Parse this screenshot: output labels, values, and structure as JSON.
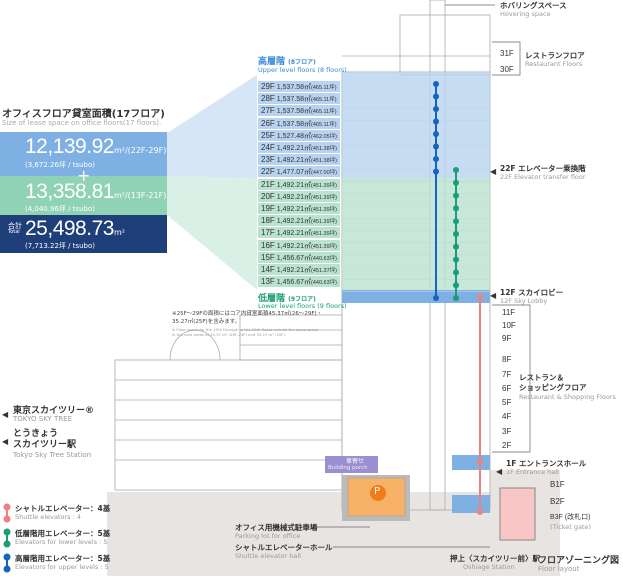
{
  "office_area": {
    "title": "オフィスフロア貸室面積(17フロア)",
    "subtitle": "Size of lease space on office floors(17 floors).",
    "upper_value": "12,139.92",
    "upper_unit": "m²",
    "upper_range": "/(22F-29F)",
    "upper_tsubo": "(3,672.26坪 / tsubo)",
    "plus": "+",
    "lower_value": "13,358.81",
    "lower_unit": "m²",
    "lower_range": "/(13F-21F)",
    "lower_tsubo": "(4,040.96坪 / tsubo)",
    "total_label_jp": "合計",
    "total_label_en": "Total",
    "total_value": "25,498.73",
    "total_unit": "m²",
    "total_tsubo": "(7,713.22坪 / tsubo)"
  },
  "upper_floors": {
    "title_jp": "高層階",
    "count_jp": "(8フロア)",
    "title_en": "Upper level floors (8 floors)"
  },
  "lower_floors": {
    "title_jp": "低層階",
    "count_jp": "(9フロア)",
    "title_en": "Lower level floors (9 floors)"
  },
  "floors": [
    {
      "floor": "29F",
      "area": "1,537.58㎡",
      "tsubo": "(465.11坪)",
      "zone": "upper"
    },
    {
      "floor": "28F",
      "area": "1,537.58㎡",
      "tsubo": "(465.11坪)",
      "zone": "upper"
    },
    {
      "floor": "27F",
      "area": "1,537.58㎡",
      "tsubo": "(465.11坪)",
      "zone": "upper"
    },
    {
      "floor": "26F",
      "area": "1,537.58㎡",
      "tsubo": "(465.11坪)",
      "zone": "upper"
    },
    {
      "floor": "25F",
      "area": "1,527.48㎡",
      "tsubo": "(462.05坪)",
      "zone": "upper"
    },
    {
      "floor": "24F",
      "area": "1,492.21㎡",
      "tsubo": "(451.38坪)",
      "zone": "upper"
    },
    {
      "floor": "23F",
      "area": "1,492.21㎡",
      "tsubo": "(451.38坪)",
      "zone": "upper"
    },
    {
      "floor": "22F",
      "area": "1,477.07㎡",
      "tsubo": "(447.00坪)",
      "zone": "upper"
    },
    {
      "floor": "21F",
      "area": "1,492.21㎡",
      "tsubo": "(451.39坪)",
      "zone": "lower"
    },
    {
      "floor": "20F",
      "area": "1,492.21㎡",
      "tsubo": "(451.39坪)",
      "zone": "lower"
    },
    {
      "floor": "19F",
      "area": "1,492.21㎡",
      "tsubo": "(451.39坪)",
      "zone": "lower"
    },
    {
      "floor": "18F",
      "area": "1,492.21㎡",
      "tsubo": "(451.39坪)",
      "zone": "lower"
    },
    {
      "floor": "17F",
      "area": "1,492.21㎡",
      "tsubo": "(451.39坪)",
      "zone": "lower"
    },
    {
      "floor": "16F",
      "area": "1,492.21㎡",
      "tsubo": "(451.39坪)",
      "zone": "lower"
    },
    {
      "floor": "15F",
      "area": "1,456.67㎡",
      "tsubo": "(440.63坪)",
      "zone": "lower"
    },
    {
      "floor": "14F",
      "area": "1,492.21㎡",
      "tsubo": "(451.37坪)",
      "zone": "lower"
    },
    {
      "floor": "13F",
      "area": "1,456.67㎡",
      "tsubo": "(440.63坪)",
      "zone": "lower"
    }
  ],
  "note": {
    "jp1": "※25F〜29Fの面積にはコア内貸室面積45.37㎡(26〜29F)・",
    "jp2": "35.27㎡(25F)を含みます。",
    "en1": "※ Floor space for the 25th through to the 29th floors include the lease space",
    "en2": "in the core areas of 45.37 m² (26F-29F) and 35.27 m² (25F)."
  },
  "right_labels": {
    "hovering_jp": "ホバリングスペース",
    "hovering_en": "Hovering space",
    "f31": "31F",
    "f30": "30F",
    "restaurant_jp": "レストランフロア",
    "restaurant_en": "Restaurant Floors",
    "transfer_jp": "22F エレベーター乗換階",
    "transfer_en": "22F Elevator transfer floor",
    "skylobby_jp": "12F スカイロビー",
    "skylobby_en": "12F Sky Lobby",
    "shop_floors": [
      "11F",
      "10F",
      "9F",
      "8F",
      "7F",
      "6F",
      "5F",
      "4F",
      "3F",
      "2F"
    ],
    "shopping_jp1": "レストラン＆",
    "shopping_jp2": "ショッピングフロア",
    "shopping_en": "Restaurant & Shopping Floors",
    "entrance_jp": "1F エントランスホール",
    "entrance_en": "1F Entrance hall",
    "b1f": "B1F",
    "b2f": "B2F",
    "b3f": "B3F (改札口)",
    "ticket_gate": "(Ticket gate)",
    "station_jp": "押上〈スカイツリー前〉駅",
    "station_en": "Oshiage Station",
    "layout_jp": "フロアゾーニング図",
    "layout_en": "Floor layout"
  },
  "center_labels": {
    "porch_jp": "車寄せ",
    "porch_en": "Building porch",
    "parking_icon": "P",
    "parking_jp": "オフィス用機械式駐車場",
    "parking_en": "Parking lot for office",
    "shuttle_hall_jp": "シャトルエレベーターホール",
    "shuttle_hall_en": "Shuttle elevator hall"
  },
  "left_labels": {
    "skytree_jp": "東京スカイツリー®",
    "skytree_en": "TOKYO SKY TREE",
    "station_jp1": "とうきょう",
    "station_jp2": "スカイツリー駅",
    "station_en": "Tokyo Sky Tree Station"
  },
  "legend": [
    {
      "jp": "シャトルエレベーター：4基",
      "en": "Shuttle elevators : 4",
      "color": "#f08080"
    },
    {
      "jp": "低層階用エレベーター：5基",
      "en": "Elevators for lower levels : 5",
      "color": "#1a9e77"
    },
    {
      "jp": "高層階用エレベーター：5基",
      "en": "Elevators for upper levels : 5",
      "color": "#1565c0"
    }
  ],
  "colors": {
    "upper": "#7fb0e3",
    "lower": "#8fd3b4",
    "total": "#1f3f7a",
    "ground": "#e8e4e2",
    "parking": "#f7b267",
    "porch": "#9c8fd1",
    "parking_icon": "#f07c1c"
  }
}
